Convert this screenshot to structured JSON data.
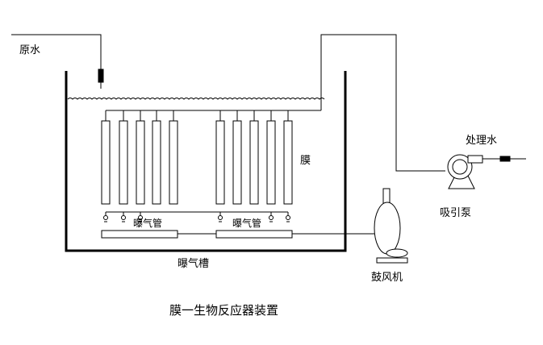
{
  "labels": {
    "raw_water": "原水",
    "membrane": "膜",
    "aeration_pipe_left": "曝气管",
    "aeration_pipe_right": "曝气管",
    "aeration_tank": "曝气槽",
    "treated_water": "处理水",
    "suction_pump": "吸引泵",
    "blower": "鼓风机",
    "caption": "膜一生物反应器装置"
  }
}
